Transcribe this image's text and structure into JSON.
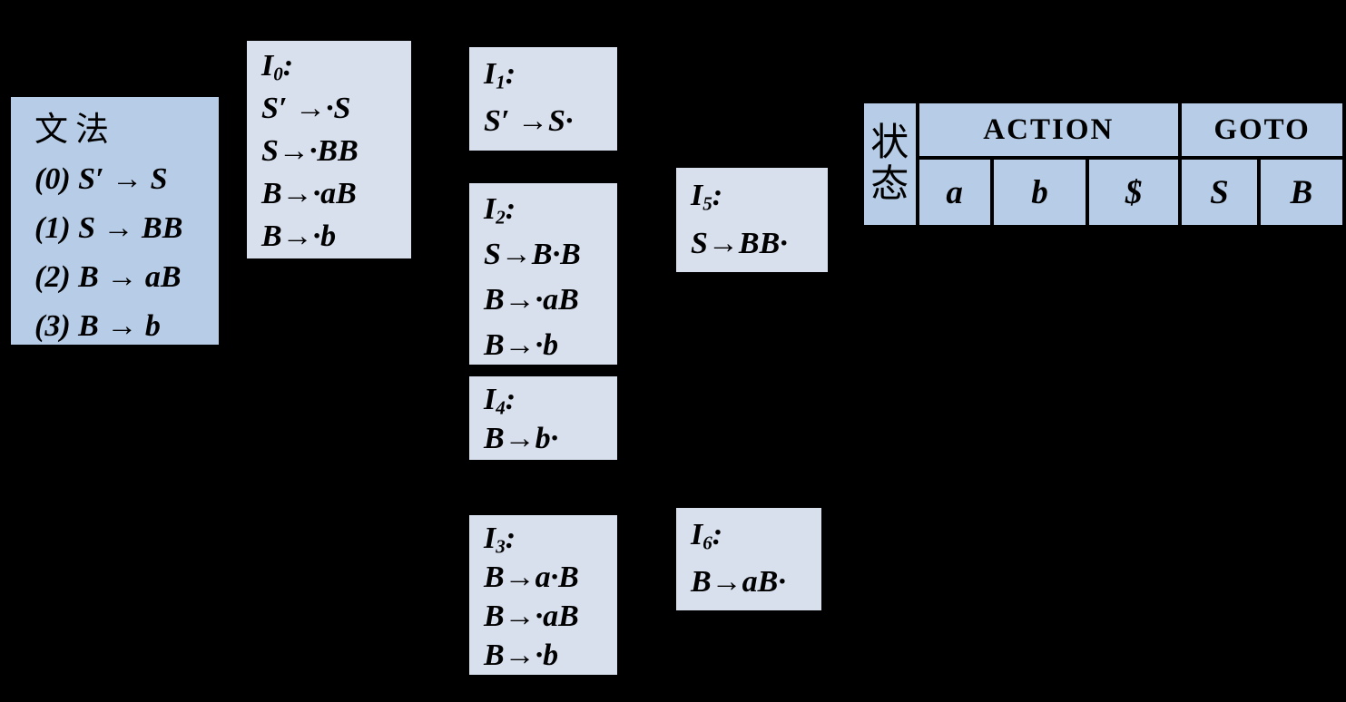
{
  "colors": {
    "background": "#000000",
    "primary_box_fill": "#b7cce6",
    "item_box_fill": "#d8e0ee",
    "table_border": "#000000",
    "text": "#000000"
  },
  "grammar": {
    "title": "文法",
    "productions": [
      "(0) S′ → S",
      "(1) S → BB",
      "(2) B → aB",
      "(3) B → b"
    ]
  },
  "item_sets": [
    {
      "name": "I",
      "sub": "0",
      "colon": ":",
      "lines": [
        "S′ →·S",
        "S→·BB",
        "B→·aB",
        "B→·b"
      ]
    },
    {
      "name": "I",
      "sub": "1",
      "colon": ":",
      "lines": [
        "S′ →S·"
      ]
    },
    {
      "name": "I",
      "sub": "2",
      "colon": ":",
      "lines": [
        "S→B·B",
        "B→·aB",
        "B→·b"
      ]
    },
    {
      "name": "I",
      "sub": "4",
      "colon": ":",
      "lines": [
        "B→b·"
      ]
    },
    {
      "name": "I",
      "sub": "3",
      "colon": ":",
      "lines": [
        "B→a·B",
        "B→·aB",
        "B→·b"
      ]
    },
    {
      "name": "I",
      "sub": "5",
      "colon": ":",
      "lines": [
        "S→BB·"
      ]
    },
    {
      "name": "I",
      "sub": "6",
      "colon": ":",
      "lines": [
        "B→aB·"
      ]
    }
  ],
  "parse_table": {
    "state_header_chars": [
      "状",
      "态"
    ],
    "action_header": "ACTION",
    "goto_header": "GOTO",
    "terminal_columns": [
      "a",
      "b",
      "$"
    ],
    "nonterminal_columns": [
      "S",
      "B"
    ]
  }
}
